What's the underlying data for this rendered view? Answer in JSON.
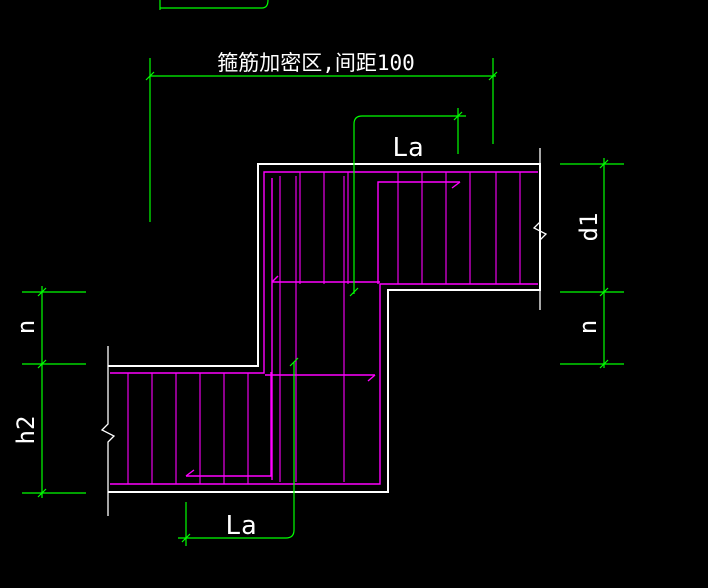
{
  "labels": {
    "top_note": "箍筋加密区,间距100",
    "la_top": "La",
    "la_bottom": "La",
    "d1": "d1",
    "n_right": "n",
    "n_left": "n",
    "h2": "h2"
  },
  "colors": {
    "background": "#000000",
    "outline": "#ffffff",
    "rebar": "#ff00ff",
    "dimension": "#00ff00",
    "text": "#ffffff"
  }
}
